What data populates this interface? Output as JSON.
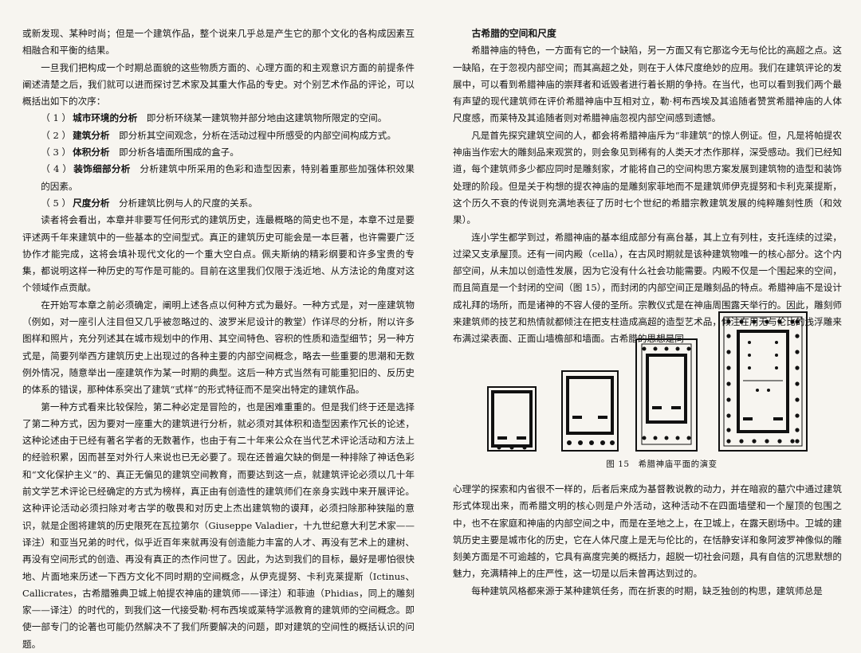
{
  "left_page": {
    "paragraphs": [
      "或新发现、某种时尚；但是一个建筑作品，整个说来几乎总是产生它的那个文化的各构成因素互相融合和平衡的结果。",
      "一旦我们把构成一个时期总面貌的这些物质方面的、心理方面的和主观意识方面的前提条件阐述清楚之后，我们就可以进而探讨艺术家及其重大作品的专史。对个别艺术作品的评论，可以概括出如下的次序："
    ],
    "list": [
      {
        "num": "（ 1 ）",
        "term": "城市环境的分析",
        "desc": "即分析环绕某一建筑物并部分地由这建筑物所限定的空间。"
      },
      {
        "num": "（ 2 ）",
        "term": "建筑分析",
        "desc": "即分析其空间观念，分析在活动过程中所感受的内部空间构成方式。"
      },
      {
        "num": "（ 3 ）",
        "term": "体积分析",
        "desc": "即分析各墙面所围成的盒子。"
      },
      {
        "num": "（ 4 ）",
        "term": "装饰细部分析",
        "desc": "分析建筑中所采用的色彩和造型因素，特别着重那些加强体积效果的因素。"
      },
      {
        "num": "（ 5 ）",
        "term": "尺度分析",
        "desc": "分析建筑比例与人的尺度的关系。"
      }
    ],
    "paragraphs_after": [
      "读者将会看出，本章并非要写任何形式的建筑历史，连最概略的简史也不是，本章不过是要评述两千年来建筑中的一些基本的空间型式。真正的建筑历史可能会是一本巨著，也许需要广泛协作才能完成，这将会填补现代文化的一个重大空白点。佩夫斯纳的精彩纲要和许多宝贵的专集，都说明这样一种历史的写作是可能的。目前在这里我们仅限于浅近地、从方法论的角度对这个领域作点贡献。",
      "在开始写本章之前必须确定，阐明上述各点以何种方式为最好。一种方式是，对一座建筑物（例如，对一座引人注目但又几乎被忽略过的、波罗米尼设计的教堂）作详尽的分析，附以许多图样和照片，充分列述其在城市规划中的作用、其空间特色、容积的性质和造型细节；另一种方式是，简要列举西方建筑历史上出现过的各种主要的内部空间概念，略去一些重要的思潮和无数例外情况，随意举出一座建筑作为某一时期的典型。这后一种方式当然有可能重犯旧的、反历史的体系的错误，那种体系突出了建筑“式样”的形式特征而不是突出特定的建筑作品。",
      "第一种方式看来比较保险，第二种必定是冒险的，也是困难重重的。但是我们终于还是选择了第二种方式，因为要对一座重大的建筑进行分析，就必须对其体积和造型因素作冗长的论述，这种论述由于已经有著名学者的无数著作，也由于有二十年来公众在当代艺术评论活动和方法上的经验积累，因而甚至对外行人来说也已无必要了。现在还普遍欠缺的倒是一种排除了神话色彩和“文化保护主义”的、真正无偏见的建筑空间教育，而要达到这一点，就建筑评论必须以几十年前文学艺术评论已经确定的方式为榜样，真正由有创造性的建筑师们在亲身实践中来开展评论。这种评论活动必须扫除对考古学的敬畏和对历史上杰出建筑物的谟拜，必须扫除那种狭隘的意识，就是企图将建筑的历史限死在瓦拉第尔（Giuseppe Valadier，十九世纪意大利艺术家——译注）和亚当兄弟的时代，似乎近百年来就再没有创造能力丰富的人才、再没有艺术上的建树、再没有空间形式的创造、再没有真正的杰作问世了。因此，为达到我们的目标，最好是哪怕很快地、片面地来历述一下西方文化不同时期的空间概念，从伊克提努、卡利克莱提斯（Ictinus、Callicrates，古希腊雅典卫城上帕提农神庙的建筑师——译注）和菲迪（Phidias，同上的雕刻家——译注）的时代的，到我们这一代接受勒·柯布西埃或莱特学派教育的建筑师的空间概念。即使一部专门的论著也可能仍然解决不了我们所要解决的问题，即对建筑的空间性的概括认识的问题。"
    ]
  },
  "right_page": {
    "section_title": "古希腊的空间和尺度",
    "paragraphs": [
      "希腊神庙的特色，一方面有它的一个缺陷，另一方面又有它那迄今无与伦比的高超之点。这一缺陷，在于忽视内部空间；而其高超之处，则在于人体尺度绝妙的应用。我们在建筑评论的发展中，可以看到希腊神庙的崇拜者和诋毁者进行着长期的争持。在当代，也可以看到我们两个最有声望的现代建筑师在评价希腊神庙中互相对立，勒·柯布西埃及其追随者赞赏希腊神庙的人体尺度感，而莱特及其追随者则对希腊神庙忽视内部空间感到遗憾。",
      "凡是首先探究建筑空间的人，都会将希腊神庙斥为“非建筑”的惊人例证。但，凡是将帕提农神庙当作宏大的雕刻品来观赏的，则会象见到稀有的人类天才杰作那样，深受感动。我们已经知道，每个建筑师多少都应同时是雕刻家，才能将自己的空间构思方案发展到建筑物的造型和装饰处理的阶段。但是关于构想的提农神庙的是雕刻家菲地而不是建筑师伊克提努和卡利克莱提斯，这个历久不衰的传说则充满地表征了历时七个世纪的希腊宗教建筑发展的纯粹雕刻性质（和效果）。",
      "连小学生都学到过，希腊神庙的基本组成部分有高台基，其上立有列柱，支托连续的过梁，过梁又支承屋顶。还有一间内殿（cella），在古风时期就是该种建筑物唯一的核心部分。这个内部空间，从未加以创造性发展，因为它没有什么社会功能需要。内殿不仅是一个围起来的空间，而且简直是一个封闭的空间（图 15），而封闭的内部空间正是雕刻品的特点。希腊神庙不是设计成礼拜的场所，而是诸神的不容人侵的圣所。宗教仪式是在神庙周围露天举行的。因此，雕刻师来建筑师的技艺和热情就都倾注在把支柱造成高超的造型艺术品，倾注在用无与伦比的浅浮雕来布满过梁表面、正面山墙檐部和墙面。古希腊的思想是同"
    ],
    "figure_caption": "图 15　希腊神庙平面的演变",
    "paragraphs_after": [
      "心理学的探索和内省很不一样的，后者后来成为基督教说教的动力，并在暗寂的墓穴中通过建筑形式体现出来，而希腊文明的核心则是户外活动，这种活动不在四面墙壁和一个屋顶的包围之中，也不在家庭和神庙的内部空间之中，而是在圣地之上，在卫城上，在露天剧场中。卫城的建筑历史主要是城市化的历史，它在人体尺度上是无与伦比的，在恬静安详和象阿波罗神像似的雕刻美方面是不可逾越的，它具有高度完美的概括力，超脱一切社会问题，具有自信的沉思默想的魅力，充满精神上的庄严性，这一切是以后未曾再达到过的。",
      "每种建筑风格都来源于某种建筑任务，而在折衷的时期，缺乏独创的构思，建筑师总是"
    ]
  }
}
